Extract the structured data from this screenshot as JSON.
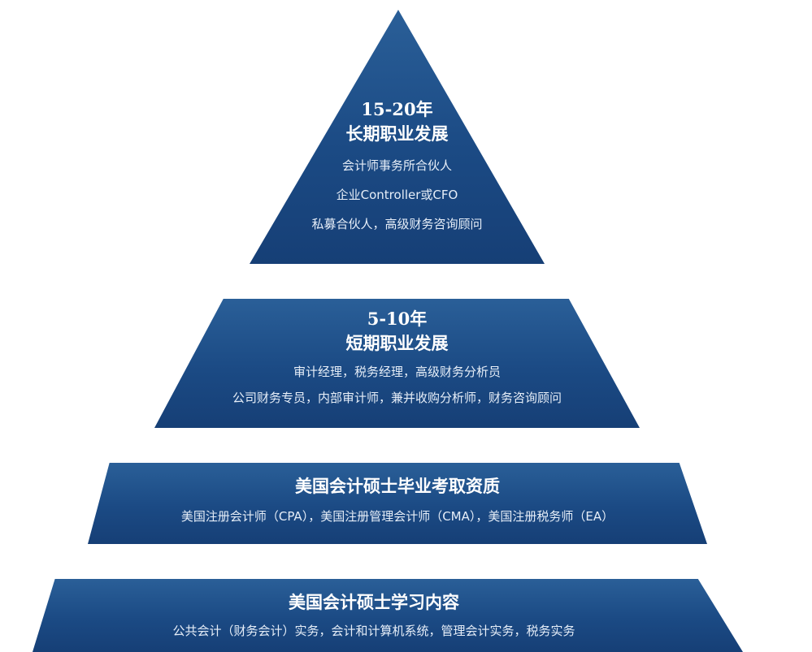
{
  "tiers": [
    {
      "title1": "15-20年",
      "title2": "长期职业发展",
      "lines": [
        "会计师事务所合伙人",
        "企业Controller或CFO",
        "私募合伙人，高级财务咨询顾问"
      ]
    },
    {
      "title1": "5-10年",
      "title2": "短期职业发展",
      "lines": [
        "审计经理，税务经理，高级财务分析员",
        "公司财务专员，内部审计师，兼并收购分析师，财务咨询顾问"
      ]
    },
    {
      "title1": "美国会计硕士毕业考取资质",
      "lines": [
        "美国注册会计师（CPA），美国注册管理会计师（CMA），美国注册税务师（EA）"
      ]
    },
    {
      "title1": "美国会计硕士学习内容",
      "lines": [
        "公共会计（财务会计）实务，会计和计算机系统，管理会计实务，税务实务"
      ]
    }
  ],
  "colors": {
    "tier_fill": "#1b4a84",
    "text": "#ffffff"
  }
}
